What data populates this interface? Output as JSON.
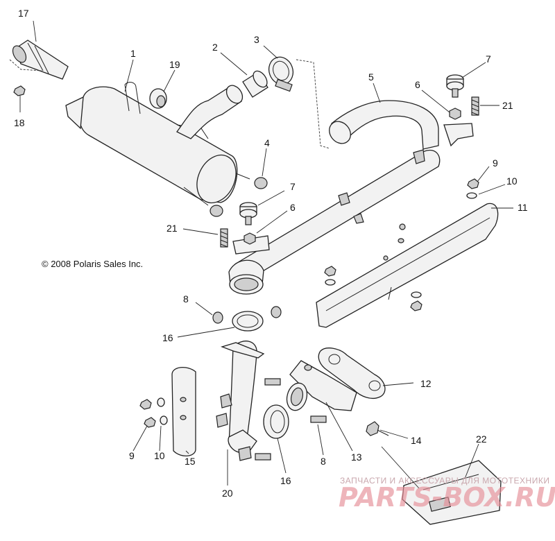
{
  "callouts": {
    "n1": "1",
    "n2": "2",
    "n3": "3",
    "n4": "4",
    "n5": "5",
    "n6a": "6",
    "n6b": "6",
    "n7a": "7",
    "n7b": "7",
    "n8a": "8",
    "n8b": "8",
    "n9a": "9",
    "n9b": "9",
    "n10a": "10",
    "n10b": "10",
    "n11": "11",
    "n12": "12",
    "n13": "13",
    "n14": "14",
    "n15": "15",
    "n16a": "16",
    "n16b": "16",
    "n17": "17",
    "n18": "18",
    "n19": "19",
    "n20": "20",
    "n21a": "21",
    "n21b": "21",
    "n22": "22"
  },
  "copyright": "© 2008 Polaris Sales Inc.",
  "watermark": {
    "tagline": "ЗАПЧАСТИ И АКСЕССУАРЫ ДЛЯ МОТОТЕХНИКИ",
    "site": "PARTS-BOX.RU"
  },
  "colors": {
    "line": "#222222",
    "watermark": "#e58d96"
  }
}
